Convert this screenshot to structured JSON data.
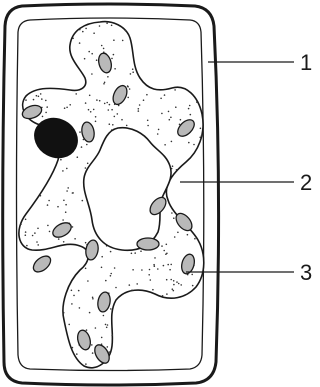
{
  "diagram": {
    "labels": [
      {
        "id": "1",
        "text": "1"
      },
      {
        "id": "2",
        "text": "2"
      },
      {
        "id": "3",
        "text": "3"
      }
    ],
    "colors": {
      "stroke": "#1a1a1a",
      "cytoplasm": "#ffffff",
      "chloroplast_fill": "#b9b9b9",
      "nucleus_fill": "#111111",
      "background": "#ffffff"
    }
  }
}
